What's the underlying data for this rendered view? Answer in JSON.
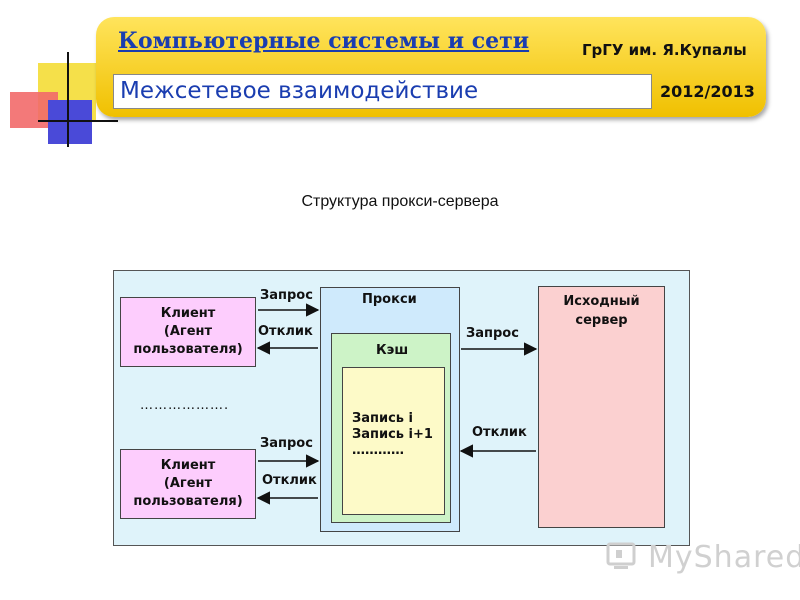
{
  "header": {
    "title": "Компьютерные системы и сети",
    "university": "ГрГУ им. Я.Купалы",
    "subtitle": "Межсетевое взаимодействие",
    "year": "2012/2013"
  },
  "caption": "Структура прокси-сервера",
  "diagram": {
    "client_top": [
      "Клиент",
      "(Агент",
      "пользователя)"
    ],
    "client_bottom": [
      "Клиент",
      "(Агент",
      "пользователя)"
    ],
    "ellipsis": "……………….",
    "proxy_label": "Прокси",
    "cache_label": "Кэш",
    "records": [
      "Запись i",
      "Запись i+1",
      "…………"
    ],
    "origin_label": [
      "Исходный",
      "сервер"
    ],
    "request_label": "Запрос",
    "response_label": "Отклик"
  },
  "watermark": "MyShared",
  "colors": {
    "banner": "#f5cf20",
    "title_blue": "#1a3db0",
    "client_fill": "#fdcdfd",
    "proxy_fill": "#cfeafc",
    "cache_fill": "#cdf3c7",
    "records_fill": "#fdfac8",
    "origin_fill": "#fbd0d0",
    "outer_fill": "#dff3fa"
  }
}
